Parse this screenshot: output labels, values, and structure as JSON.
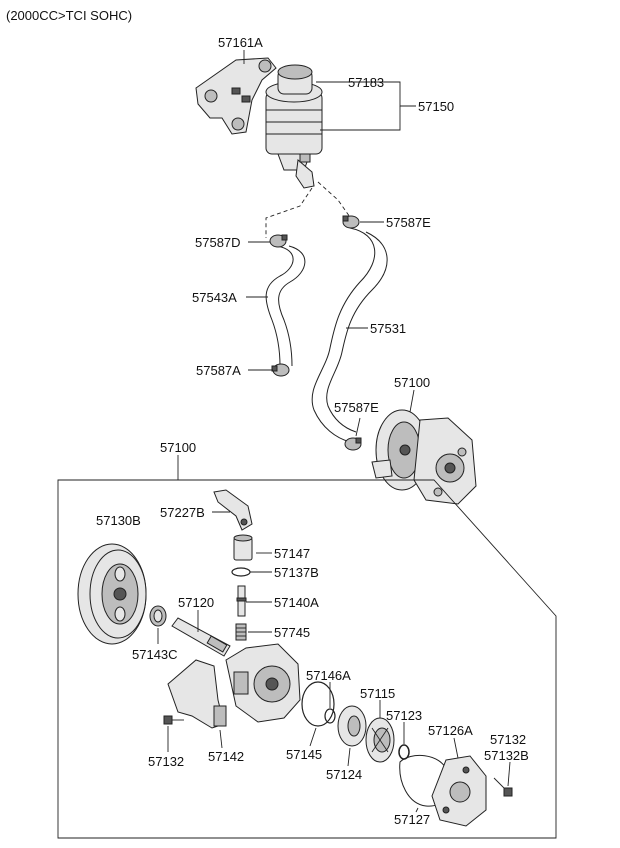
{
  "header": {
    "engine_note": "(2000CC>TCI SOHC)"
  },
  "assembly_label": "57100",
  "callouts": {
    "c57161A": "57161A",
    "c57183": "57183",
    "c57150": "57150",
    "c57587E_top": "57587E",
    "c57587D": "57587D",
    "c57543A": "57543A",
    "c57531": "57531",
    "c57587A": "57587A",
    "c57587E_low": "57587E",
    "c57100_pump": "57100",
    "c57227B": "57227B",
    "c57130B": "57130B",
    "c57147": "57147",
    "c57137B": "57137B",
    "c57120": "57120",
    "c57140A": "57140A",
    "c57745": "57745",
    "c57143C": "57143C",
    "c57146A": "57146A",
    "c57115": "57115",
    "c57123": "57123",
    "c57126A": "57126A",
    "c57132_right": "57132",
    "c57132B": "57132B",
    "c57132_left": "57132",
    "c57142": "57142",
    "c57145": "57145",
    "c57124": "57124",
    "c57127": "57127"
  }
}
